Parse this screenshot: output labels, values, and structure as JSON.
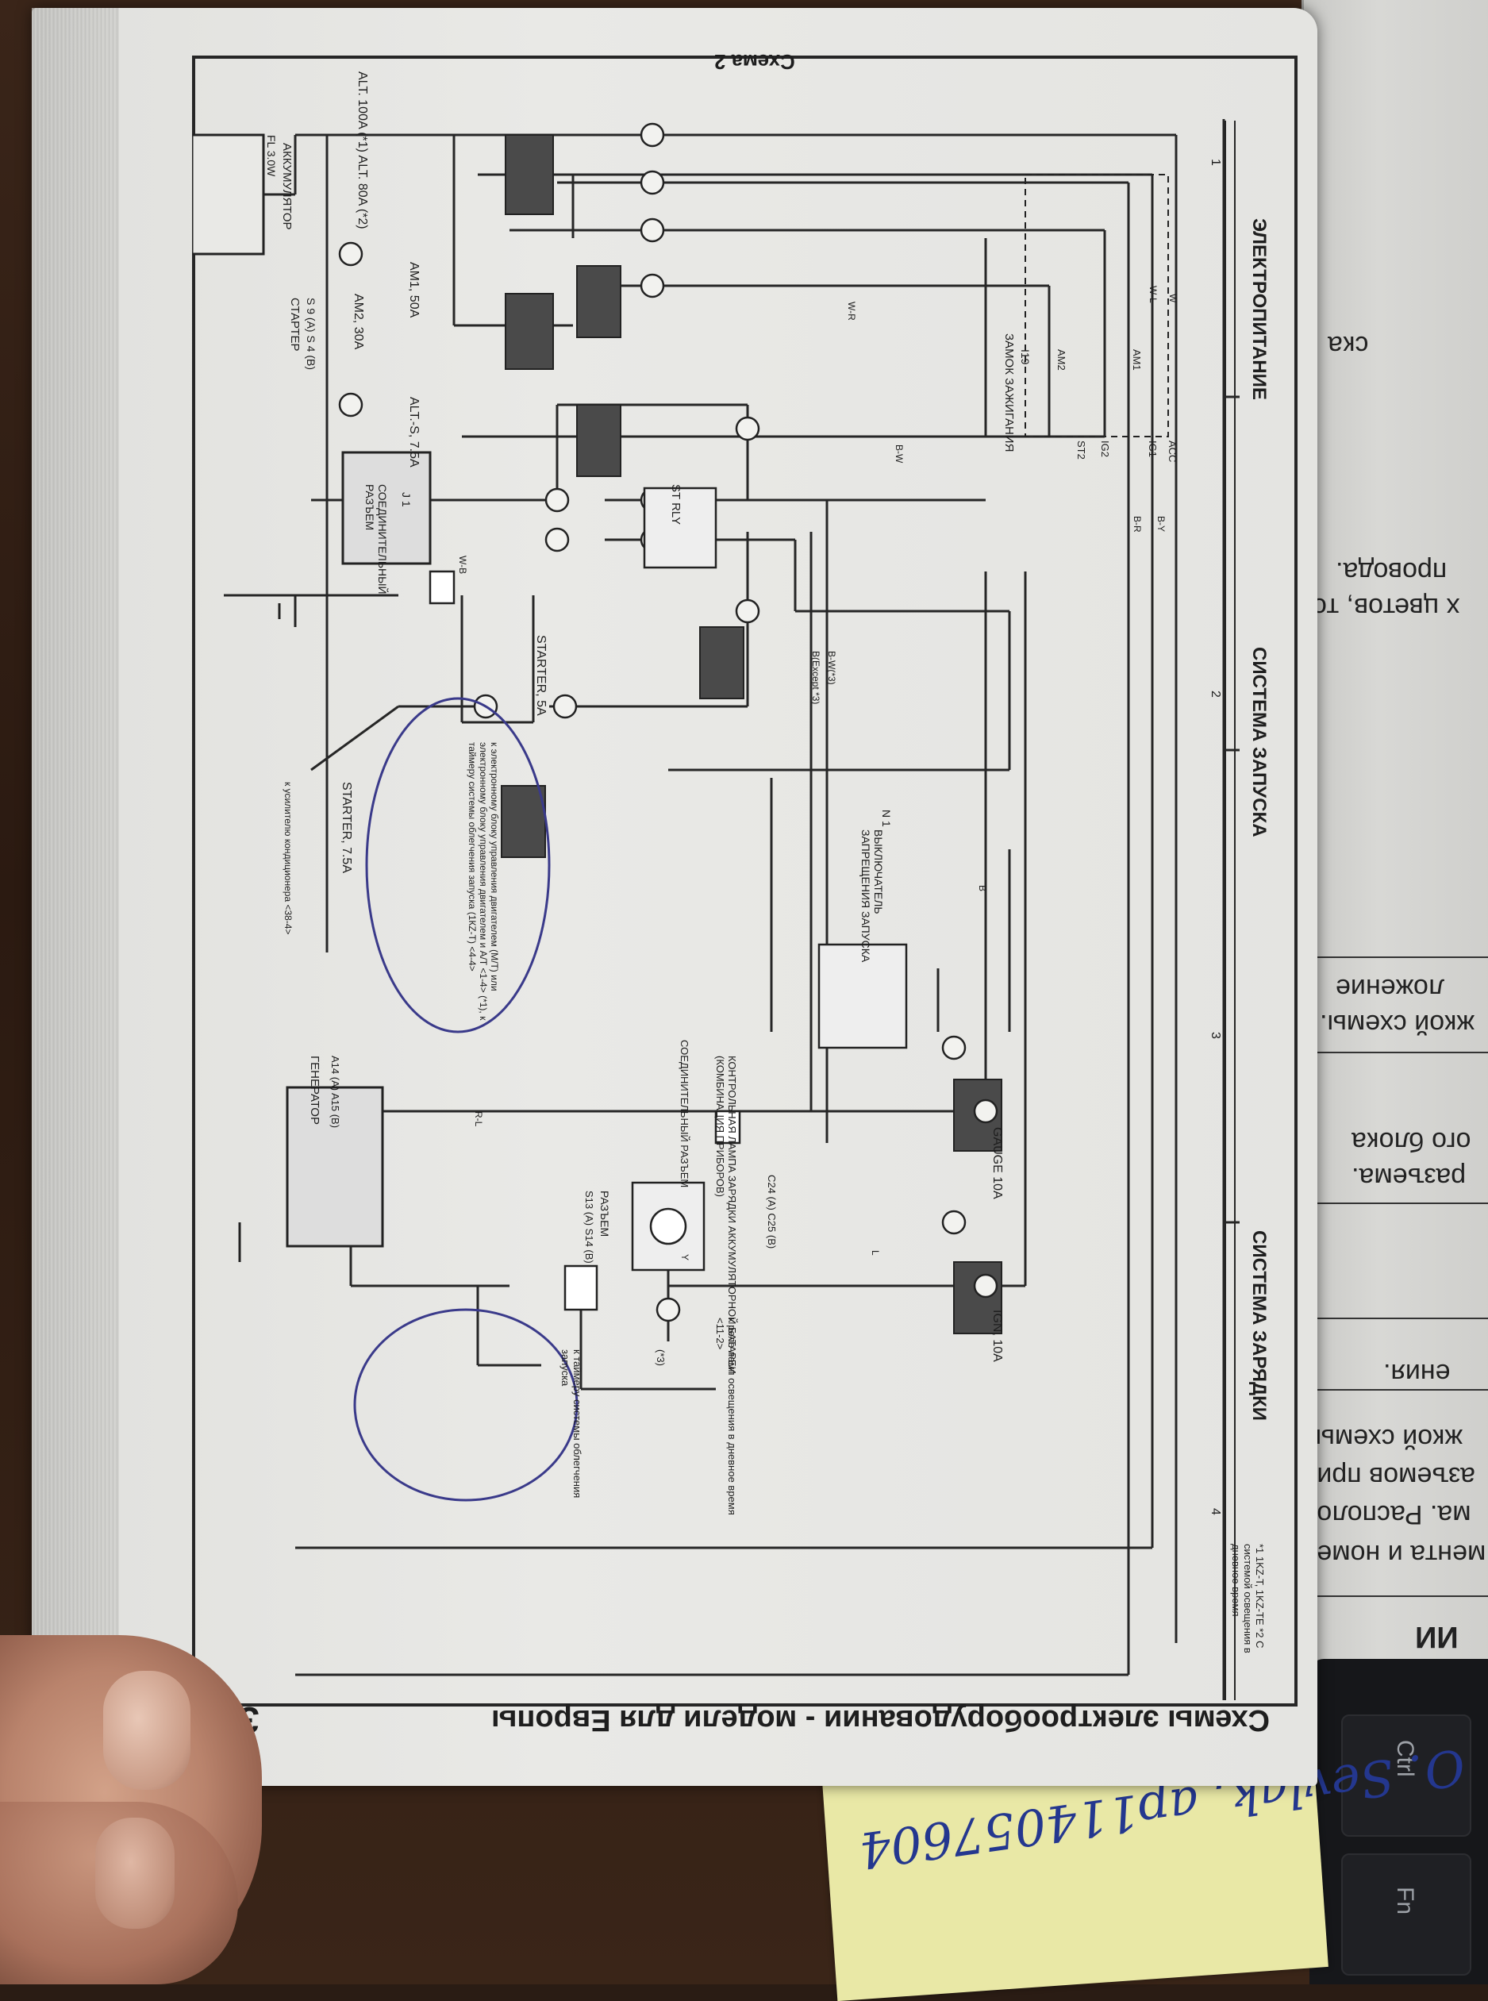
{
  "book_page": {
    "page_number": "331",
    "running_title": "Схемы электрооборудовании - модели для Европы",
    "scheme_title": "Схема 2",
    "sections": [
      "ЭЛЕКТРОПИТАНИЕ",
      "СИСТЕМА ЗАПУСКА",
      "СИСТЕМА ЗАРЯДКИ"
    ],
    "column_numbers": [
      "1",
      "2",
      "3",
      "4"
    ],
    "footnote": "*1 1KZ-T, 1KZ-TE *2 С системой освещения в дневное время"
  },
  "fuses": {
    "alt": "ALT. 100A (*1) ALT. 80A (*2)",
    "am1": "AM1, 50A",
    "alt_s": "ALT.-S, 7.5A",
    "am2": "AM2, 30A",
    "starter5": "STARTER, 5A",
    "starter75": "STARTER, 7.5A",
    "gauge": "GAUGE 10A",
    "ign": "IGN, 10A",
    "fl": "FL 3.0W"
  },
  "components": {
    "battery": "АККУМУЛЯТОР",
    "starter": "СТАРТЕР",
    "starter_codes": "S 9 (A) S 4 (B)",
    "ignition_switch": "ЗАМОК ЗАЖИГАНИЯ",
    "ignition_code": "I19",
    "st_relay": "ST RLY",
    "junction1": "СОЕДИНИТЕЛЬНЫЙ РАЗЪЕМ",
    "junction_code": "J 1",
    "neutral_switch": "ВЫКЛЮЧАТЕЛЬ ЗАПРЕЩЕНИЯ ЗАПУСКА",
    "neutral_code": "N 1",
    "charge_lamp": "КОНТРОЛЬНАЯ ЛАМПА ЗАРЯДКИ АККУМУЛЯТОРНОЙ БАТАРЕИ (КОМБИНАЦИЯ ПРИБОРОВ)",
    "charge_codes": "C24 (A) C25 (B)",
    "connector": "РАЗЪЕМ",
    "connector_codes": "S13 (A) S14 (B)",
    "generator": "ГЕНЕРАТОР",
    "generator_codes": "A14 (A) A15 (B)",
    "note_ecu": "к электронному блоку управления двигателем (M/T) или электронному блоку управления двигателем и A/T <1-4> (*1), к таймеру системы облегчения запуска (1КZ-Т) <4-4>",
    "note_ac": "к усилителю кондиционера <38-4>",
    "note_drl": "к реле ламп освещения в дневное время <11-2>",
    "note_drl_code": "(*3)",
    "note_timer": "к таймеру системы облегчения запуска"
  },
  "switch_labels": [
    "ACC",
    "IG1",
    "IG2",
    "ST2",
    "AM1",
    "AM2"
  ],
  "wire_colors": [
    "W",
    "W-L",
    "W-R",
    "B-W",
    "B-R",
    "B-Y",
    "R-L",
    "W-B",
    "B",
    "L",
    "Y",
    "B-W(*3)",
    "B(Except *3)"
  ],
  "right_page": {
    "lines": [
      "ска",
      "х цветов, то",
      "провода.",
      "ложение",
      "жкой схемы.",
      "ого блока",
      "разъема.",
      "ения.",
      "мента и номе-",
      "ма. Располо-",
      "азъемов при-",
      "жкой схемы.",
      "ИИ"
    ]
  },
  "sticky_note": {
    "text": "О. Sevlak, ap114057604"
  },
  "keyboard": {
    "keys": [
      "Ctrl",
      "Fn"
    ]
  }
}
